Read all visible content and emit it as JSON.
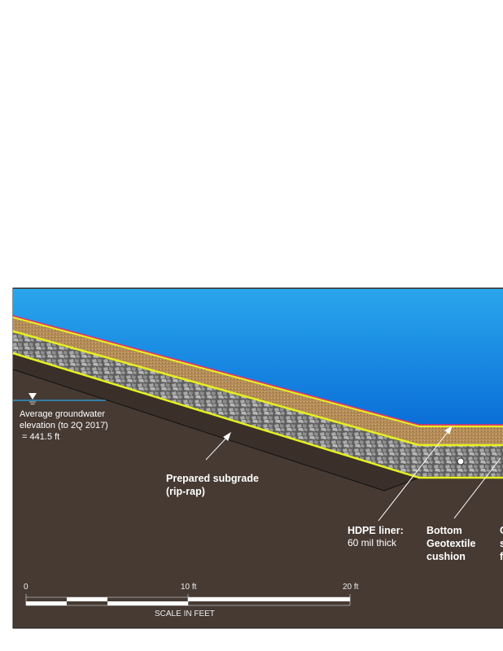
{
  "groundwater": {
    "line1": "Average groundwater",
    "line2": "elevation (to 2Q 2017)",
    "line3": " = 441.5 ft"
  },
  "labels": {
    "subgrade": [
      "Prepared subgrade",
      "(rip-rap)"
    ],
    "hdpe": [
      "HDPE liner:",
      "60 mil thick"
    ],
    "geotextile": [
      "Bottom",
      "Geotextile",
      "cushion"
    ],
    "cutoff": [
      "C",
      "s",
      "f"
    ]
  },
  "scale": {
    "tick_0": "0",
    "tick_10": "10 ft",
    "tick_20": "20 ft",
    "title": "SCALE IN FEET"
  },
  "colors": {
    "water": "#1a8fe0",
    "sand": "#b8905a",
    "gravel": "#8a8a8a",
    "liner_yellow": "#e6f020",
    "liner_red": "#e8306a",
    "soil": "#463a33"
  }
}
